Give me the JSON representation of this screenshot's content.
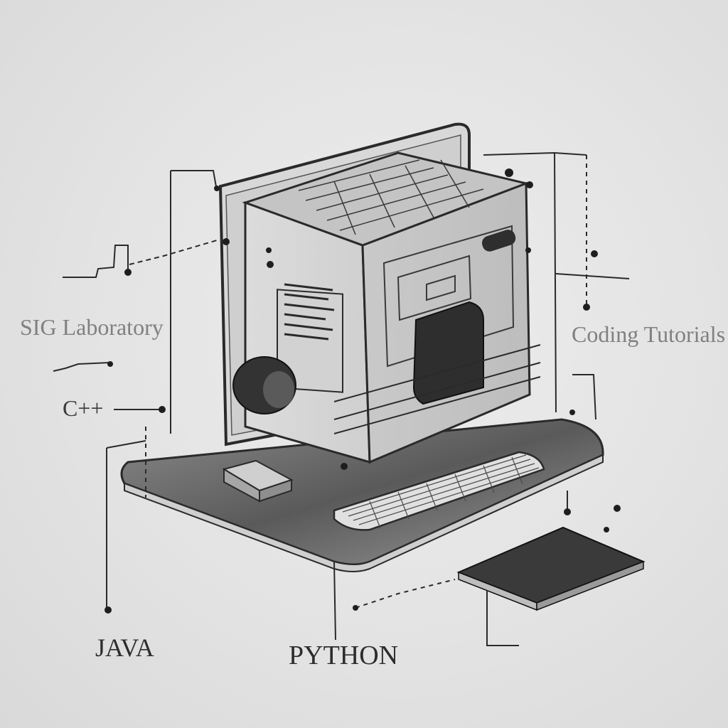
{
  "labels": {
    "sig_laboratory": "SIG Laboratory",
    "cpp": "C++",
    "coding_tutorials": "Coding Tutorials",
    "java": "JAVA",
    "python": "PYTHON"
  },
  "colors": {
    "background": "#e3e3e3",
    "ink": "#2a2a2a",
    "label_light": "#808080",
    "label_dark": "#2d2d2d"
  }
}
